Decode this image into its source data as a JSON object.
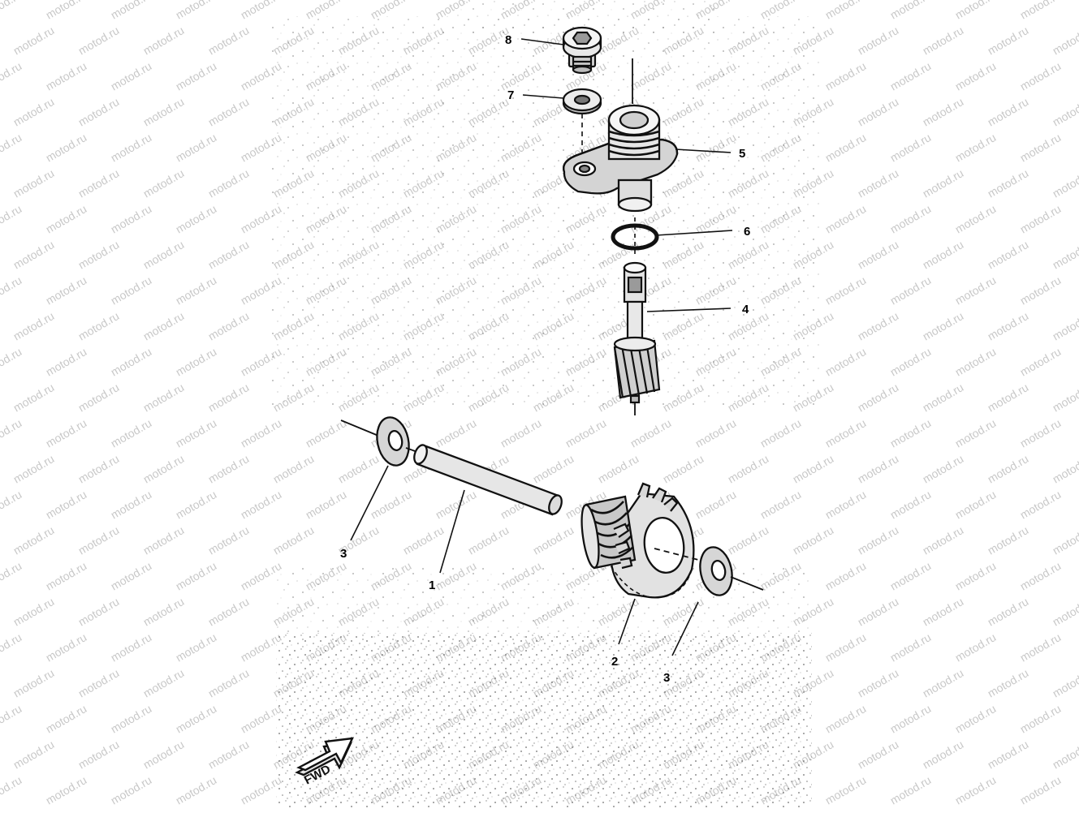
{
  "watermark": "motod.ru",
  "fwd_label": "FWD",
  "callouts": {
    "c8": "8",
    "c7": "7",
    "c5": "5",
    "c6": "6",
    "c4": "4",
    "c3_left": "3",
    "c1": "1",
    "c2": "2",
    "c3_right": "3"
  },
  "colors": {
    "ink": "#111111",
    "watermark": "#c8c8c8",
    "paper": "#ffffff"
  }
}
